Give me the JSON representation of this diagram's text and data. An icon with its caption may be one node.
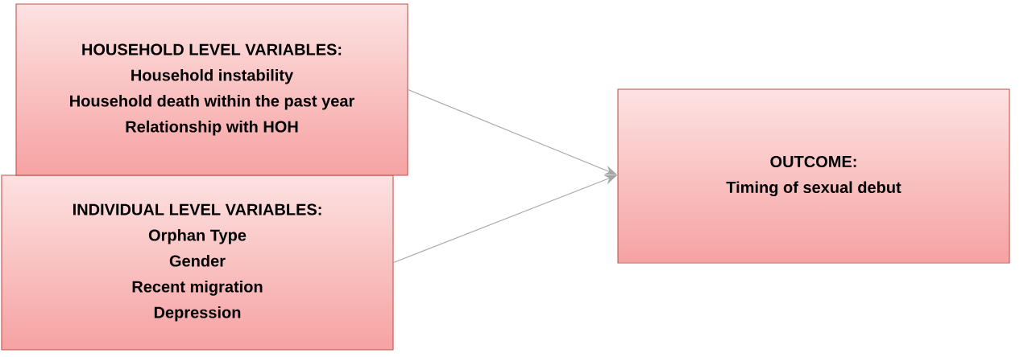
{
  "diagram": {
    "nodes": [
      {
        "text": [
          "HOUSEHOLD LEVEL VARIABLES:",
          "Household instability",
          "Household death within the past year",
          "Relationship with HOH"
        ]
      },
      {
        "text": [
          "INDIVIDUAL LEVEL VARIABLES:",
          "Orphan Type",
          "Gender",
          "Recent migration",
          "Depression"
        ]
      },
      {
        "text": [
          "OUTCOME:",
          "Timing of sexual debut"
        ]
      }
    ],
    "edges": [
      {
        "from": 0,
        "to": 2,
        "arrow": "to"
      },
      {
        "from": 1,
        "to": 2,
        "arrow": "to"
      }
    ]
  }
}
